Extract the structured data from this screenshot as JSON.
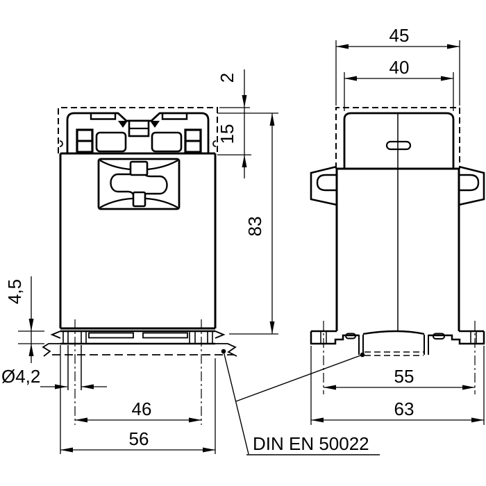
{
  "drawing": {
    "kind": "technical-dimension-drawing",
    "subject": "DIN-rail mounted device, front and side views with dimensions (mm)",
    "colors": {
      "line": "#000000",
      "background": "#ffffff"
    },
    "views": {
      "front": "front-view",
      "side": "side-view"
    }
  },
  "dims": {
    "d2": "2",
    "d15": "15",
    "d83": "83",
    "d45": "45",
    "d40": "40",
    "d4_5": "4,5",
    "dia4_2": "Ø4,2",
    "d46": "46",
    "d56": "56",
    "d55": "55",
    "d63": "63"
  },
  "labels": {
    "din_rail": "DIN EN 50022"
  }
}
